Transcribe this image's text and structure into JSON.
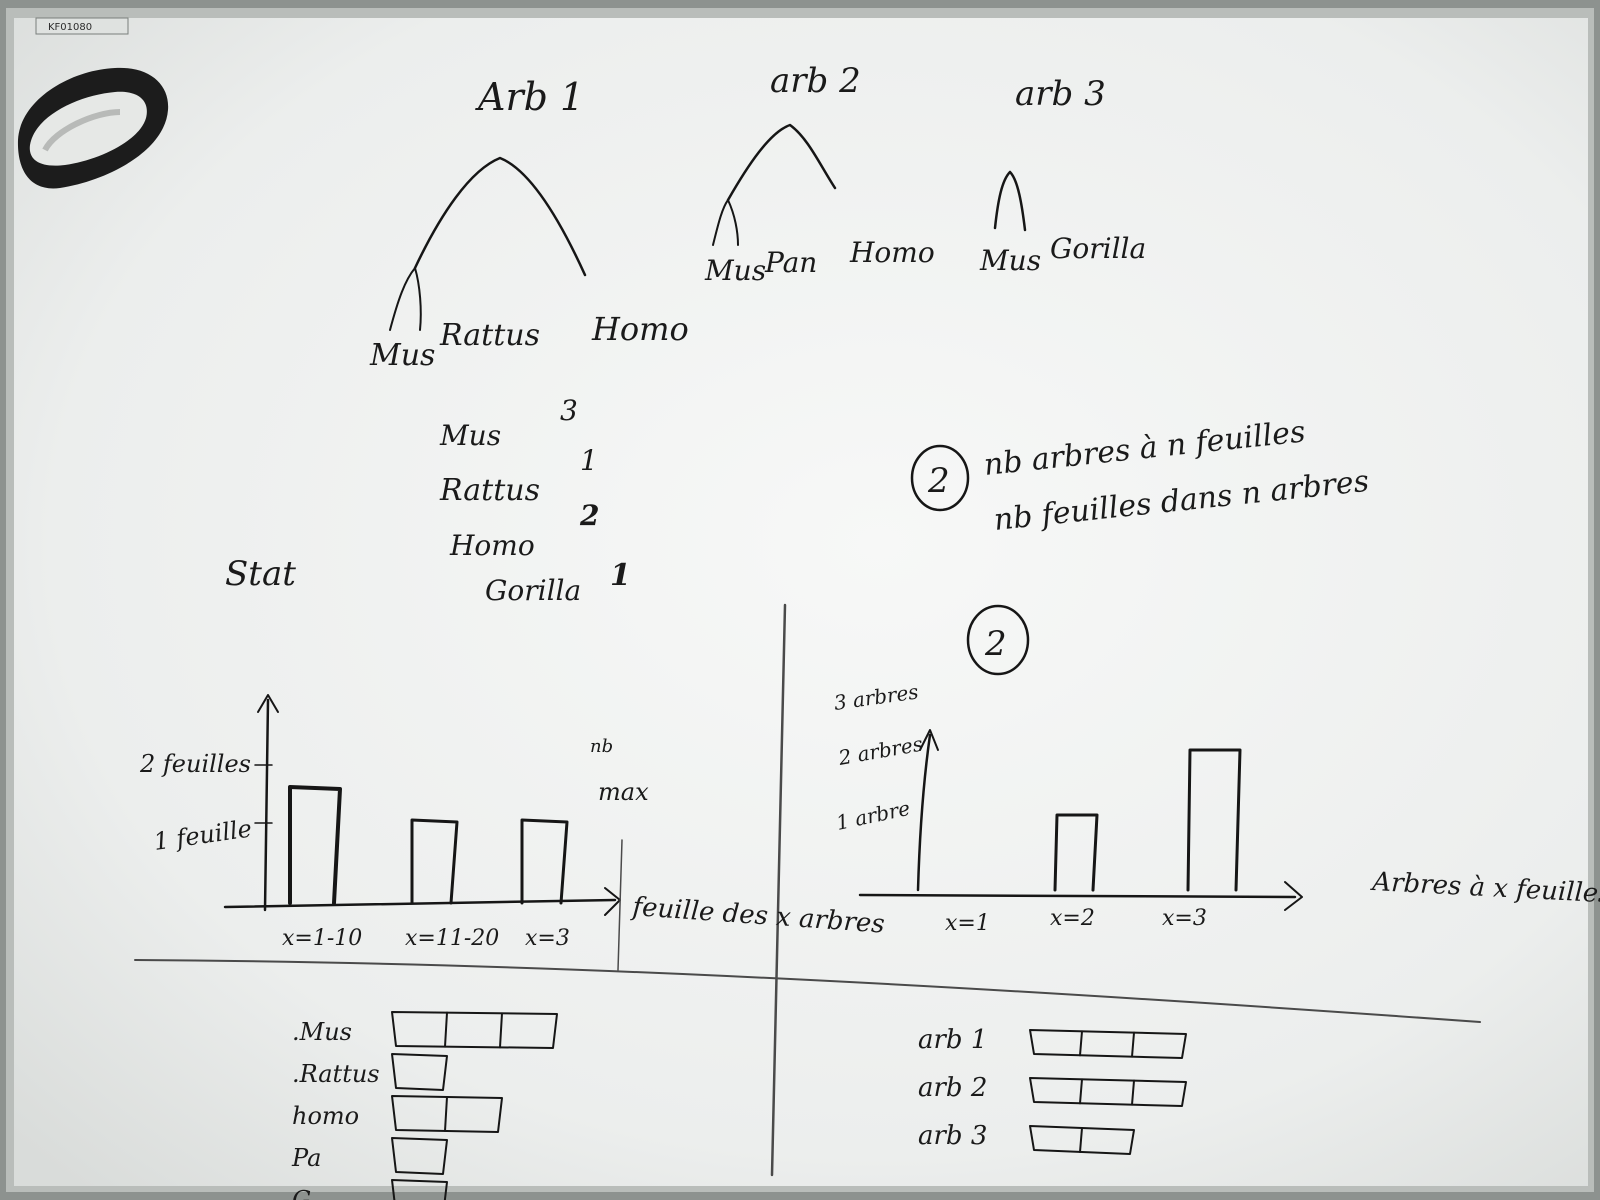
{
  "frame_sticker": "KF01080",
  "trees": [
    {
      "title": "Arb 1",
      "leaves": [
        "Mus",
        "Rattus",
        "Homo"
      ]
    },
    {
      "title": "arb 2",
      "leaves": [
        "Mus",
        "Pan",
        "Homo"
      ]
    },
    {
      "title": "arb 3",
      "leaves": [
        "Mus",
        "Gorilla"
      ]
    }
  ],
  "stat_label": "Stat",
  "leaf_counts": [
    {
      "name": "Mus",
      "count": "3"
    },
    {
      "name": "Rattus",
      "count": "1"
    },
    {
      "name": "Homo",
      "count": "2"
    },
    {
      "name": "Gorilla",
      "count": "1"
    }
  ],
  "question": {
    "marker": "2",
    "line1": "nb arbres à n feuilles",
    "line2": "nb feuilles dans n arbres"
  },
  "chart_data": [
    {
      "type": "bar",
      "categories": [
        "x=1-10",
        "x=11-20",
        "x=3"
      ],
      "values": [
        2,
        1,
        1
      ],
      "ylabel_ticks": [
        "1 feuille",
        "2 feuilles"
      ],
      "side_labels": [
        "nb",
        "max"
      ],
      "xlabel": "feuille des x arbres"
    },
    {
      "type": "bar",
      "marker": "2",
      "categories": [
        "x=1",
        "x=2",
        "x=3"
      ],
      "values": [
        0,
        1,
        2
      ],
      "ylabel_ticks": [
        "1 arbre",
        "2 arbres",
        "3 arbres"
      ],
      "xlabel": "Arbres à x feuilles"
    }
  ],
  "leaf_table": [
    {
      "label": ".Mus",
      "cells": 3
    },
    {
      "label": ".Rattus",
      "cells": 1
    },
    {
      "label": "homo",
      "cells": 2
    },
    {
      "label": "Pa",
      "cells": 1
    },
    {
      "label": "G",
      "cells": 1
    }
  ],
  "tree_table": [
    {
      "label": "arb 1",
      "cells": 3
    },
    {
      "label": "arb 2",
      "cells": 3
    },
    {
      "label": "arb 3",
      "cells": 2
    }
  ],
  "colors": {
    "board": "#f2f4f3",
    "ink": "#161616",
    "frame": "#9ea3a0"
  }
}
